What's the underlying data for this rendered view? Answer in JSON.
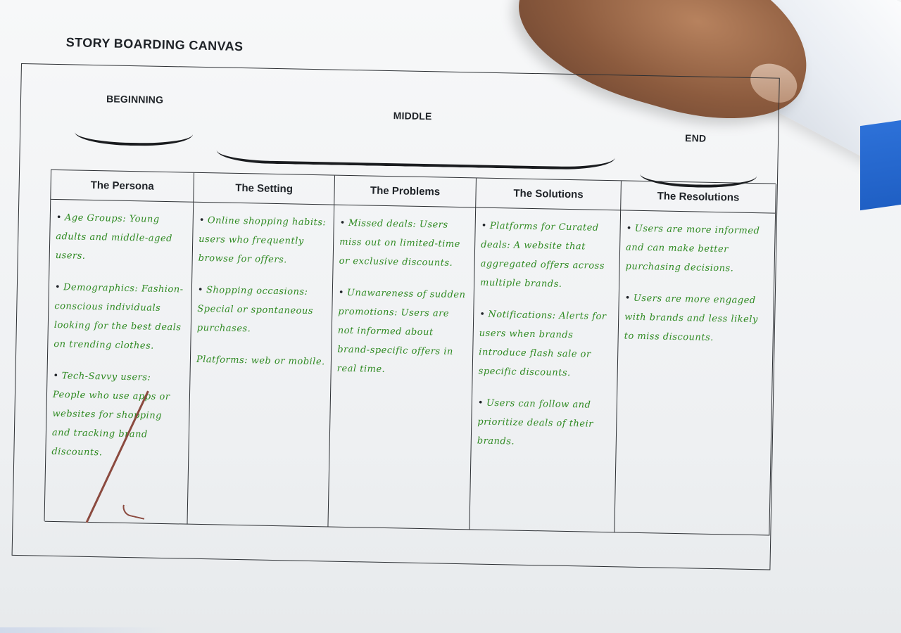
{
  "title": "STORY BOARDING CANVAS",
  "phases": {
    "beginning": "BEGINNING",
    "middle": "MIDDLE",
    "end": "END"
  },
  "columns": [
    {
      "header": "The Persona",
      "notes": [
        "Age Groups: Young adults and middle-aged users.",
        "Demographics: Fashion-conscious individuals looking for the best deals on trending clothes.",
        "Tech-Savvy users: People who use apps or websites for shopping and tracking brand discounts."
      ]
    },
    {
      "header": "The Setting",
      "notes": [
        "Online shopping habits: users who frequently browse for offers.",
        "Shopping occasions: Special or spontaneous purchases.",
        "Platforms: web or mobile."
      ]
    },
    {
      "header": "The Problems",
      "notes": [
        "Missed deals: Users miss out on limited-time or exclusive discounts.",
        "Unawareness of sudden promotions: Users are not informed about brand-specific offers in real time."
      ]
    },
    {
      "header": "The Solutions",
      "notes": [
        "Platforms for Curated deals: A website that aggregated offers across multiple brands.",
        "Notifications: Alerts for users when brands introduce flash sale or specific discounts.",
        "Users can follow and prioritize deals of their brands."
      ]
    },
    {
      "header": "The Resolutions",
      "notes": [
        "Users are more informed and can make better purchasing decisions.",
        "Users are more engaged with brands and less likely to miss discounts."
      ]
    }
  ]
}
